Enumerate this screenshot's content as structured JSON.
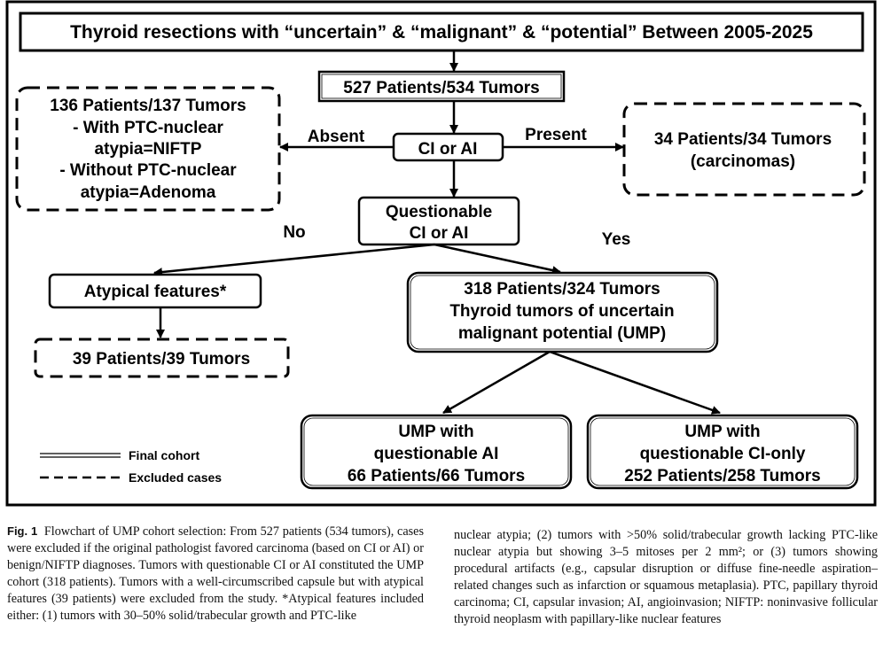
{
  "flowchart": {
    "title": "Thyroid resections with “uncertain” & “malignant” & “potential” Between 2005-2025",
    "start": "527 Patients/534 Tumors",
    "decision1": "CI or AI",
    "absent_label": "Absent",
    "present_label": "Present",
    "excluded_left_lines": [
      "136 Patients/137 Tumors",
      "- With PTC-nuclear",
      "atypia=NIFTP",
      "- Without PTC-nuclear",
      "atypia=Adenoma"
    ],
    "excluded_right_lines": [
      "34 Patients/34 Tumors",
      "(carcinomas)"
    ],
    "decision2_lines": [
      "Questionable",
      "CI or AI"
    ],
    "no_label": "No",
    "yes_label": "Yes",
    "atypical": "Atypical features*",
    "excluded_atypical": "39 Patients/39 Tumors",
    "ump_lines": [
      "318 Patients/324 Tumors",
      "Thyroid tumors of uncertain",
      "malignant potential (UMP)"
    ],
    "ump_ai_lines": [
      "UMP with",
      "questionable AI",
      "66 Patients/66 Tumors"
    ],
    "ump_ci_lines": [
      "UMP with",
      "questionable CI-only",
      "252 Patients/258 Tumors"
    ]
  },
  "legend": {
    "final": "Final cohort",
    "excluded": "Excluded cases"
  },
  "caption": {
    "label": "Fig. 1",
    "left": "Flowchart of UMP cohort selection: From 527 patients (534 tumors), cases were excluded if the original pathologist favored carcinoma (based on CI or AI) or benign/NIFTP diagnoses. Tumors with questionable CI or AI constituted the UMP cohort (318 patients). Tumors with a well-circumscribed capsule but with atypical features (39 patients) were excluded from the study. *Atypical features included either: (1) tumors with 30–50% solid/trabecular growth and PTC-like",
    "right": "nuclear atypia; (2) tumors with >50% solid/trabecular growth lacking PTC-like nuclear atypia but showing 3–5 mitoses per 2 mm²; or (3) tumors showing procedural artifacts (e.g., capsular disruption or diffuse fine-needle aspiration–related changes such as infarction or squamous metaplasia). PTC, papillary thyroid carcinoma; CI, capsular invasion; AI, angioinvasion; NIFTP: noninvasive follicular thyroid neoplasm with papillary-like nuclear features"
  }
}
